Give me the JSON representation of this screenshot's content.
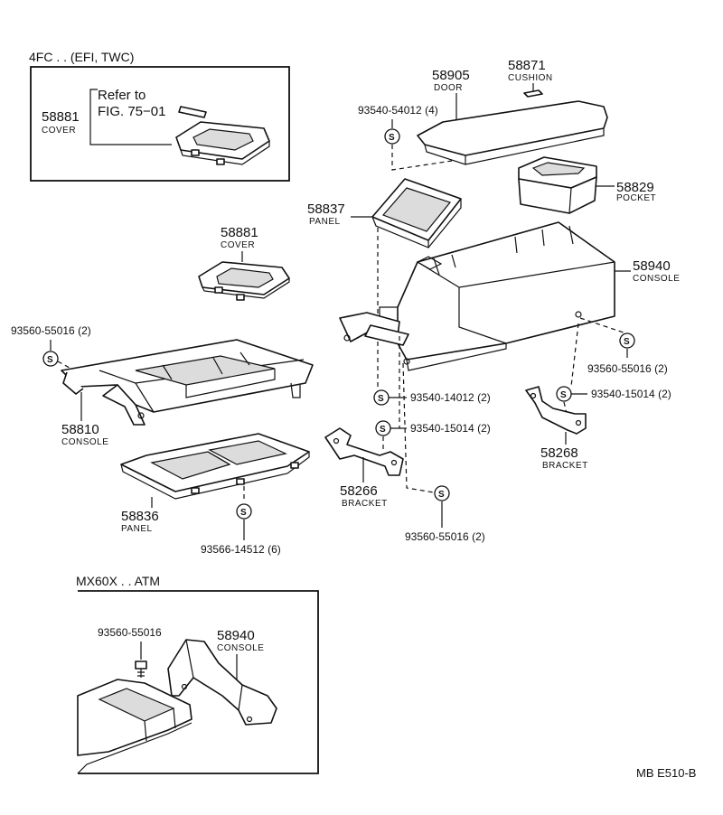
{
  "variants": {
    "top": "4FC . . (EFI, TWC)",
    "bottom": "MX60X . . ATM"
  },
  "reference": {
    "line1": "Refer to",
    "line2": "FIG. 75−01"
  },
  "symbol": "S",
  "parts": {
    "cover_top": {
      "number": "58881",
      "name": "COVER"
    },
    "door": {
      "number": "58905",
      "name": "DOOR"
    },
    "cushion": {
      "number": "58871",
      "name": "CUSHION"
    },
    "pocket": {
      "number": "58829",
      "name": "POCKET"
    },
    "panel_upper": {
      "number": "58837",
      "name": "PANEL"
    },
    "cover_mid": {
      "number": "58881",
      "name": "COVER"
    },
    "console_main": {
      "number": "58940",
      "name": "CONSOLE"
    },
    "console_front": {
      "number": "58810",
      "name": "CONSOLE"
    },
    "panel_lower": {
      "number": "58836",
      "name": "PANEL"
    },
    "bracket_left": {
      "number": "58266",
      "name": "BRACKET"
    },
    "bracket_right": {
      "number": "58268",
      "name": "BRACKET"
    },
    "console_atm": {
      "number": "58940",
      "name": "CONSOLE"
    }
  },
  "screws": {
    "s_door": "93540-54012 (4)",
    "s_front": "93560-55016 (2)",
    "s_right_top": "93560-55016 (2)",
    "s_mid": "93540-14012 (2)",
    "s_right_bracket": "93540-15014 (2)",
    "s_left_bracket": "93540-15014 (2)",
    "s_left_bottom": "93560-55016 (2)",
    "s_panel": "93566-14512 (6)",
    "s_atm": "93560-55016"
  },
  "code": "MB E510-B"
}
